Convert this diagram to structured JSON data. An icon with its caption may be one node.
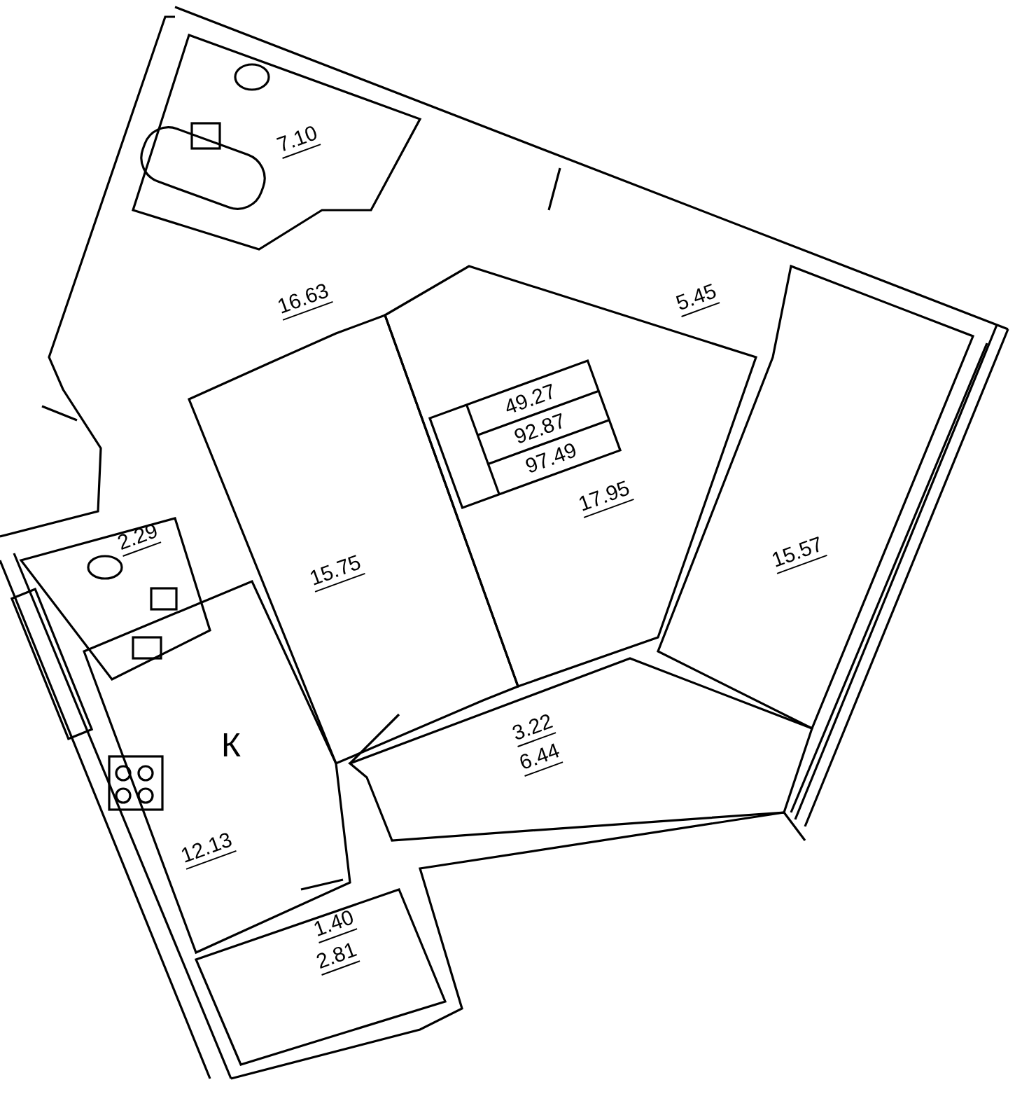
{
  "diagram": {
    "labels": [
      "7.10",
      "16.63",
      "5.45",
      "49.27",
      "92.87",
      "97.49",
      "17.95",
      "15.57",
      "15.75",
      "2.29",
      "К",
      "3.22",
      "6.44",
      "12.13",
      "1.40",
      "2.81"
    ]
  }
}
